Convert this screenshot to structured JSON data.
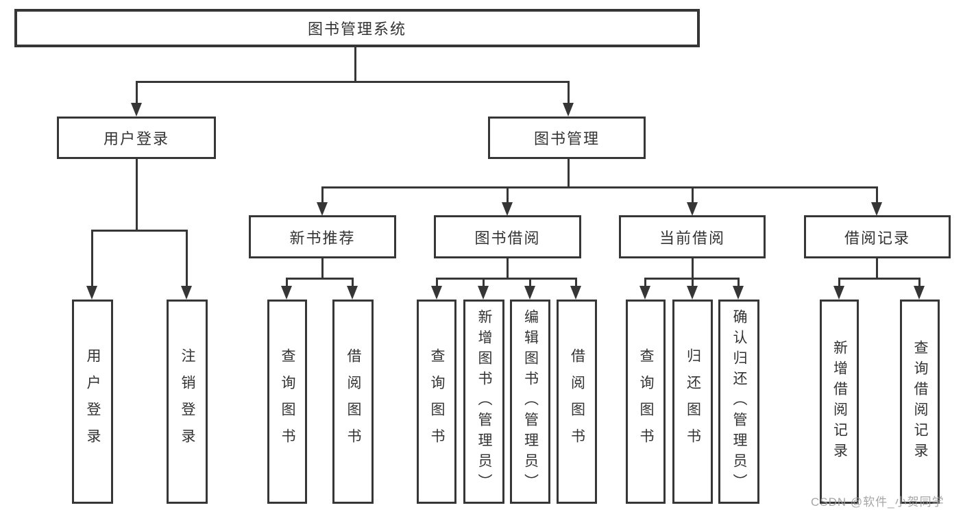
{
  "diagram": {
    "title": "图书管理系统",
    "level2": [
      "用户登录",
      "图书管理"
    ],
    "level3": [
      "新书推荐",
      "图书借阅",
      "当前借阅",
      "借阅记录"
    ],
    "leaves": [
      "用户登录",
      "注销登录",
      "查询图书",
      "借阅图书",
      "查询图书",
      "新增图书（管理员）",
      "编辑图书（管理员）",
      "借阅图书",
      "查询图书",
      "归还图书",
      "确认归还（管理员）",
      "新增借阅记录",
      "查询借阅记录"
    ],
    "watermark": "CSDN @软件_小贺同学",
    "colors": {
      "line": "#363636",
      "text": "#333333",
      "watermark": "#9c9c9c",
      "background": "#ffffff"
    }
  }
}
